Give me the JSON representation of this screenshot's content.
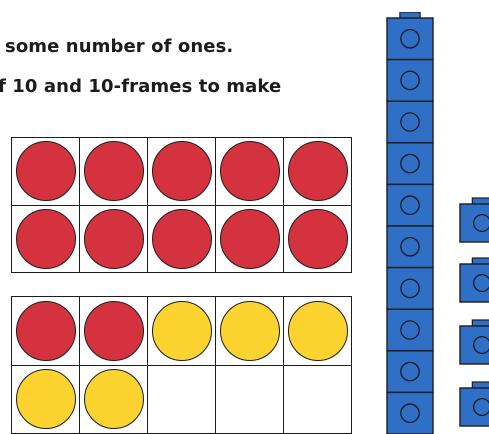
{
  "instructions": {
    "line1": "some number of ones.",
    "line2": "f 10 and 10-frames to make"
  },
  "colors": {
    "red_counter": "#d5323f",
    "yellow_counter": "#fcd32f",
    "cube_blue": "#2f6fc6",
    "cube_blue_dark": "#1f58a8",
    "outline": "#1c1c1c"
  },
  "ten_frames": [
    {
      "cells": [
        "red",
        "red",
        "red",
        "red",
        "red",
        "red",
        "red",
        "red",
        "red",
        "red"
      ]
    },
    {
      "cells": [
        "red",
        "red",
        "yellow",
        "yellow",
        "yellow",
        "yellow",
        "yellow",
        "empty",
        "empty",
        "empty"
      ]
    }
  ],
  "base_ten": {
    "rod_cubes": 10,
    "loose_cubes": 4,
    "icon": "connecting-cube-icon"
  }
}
